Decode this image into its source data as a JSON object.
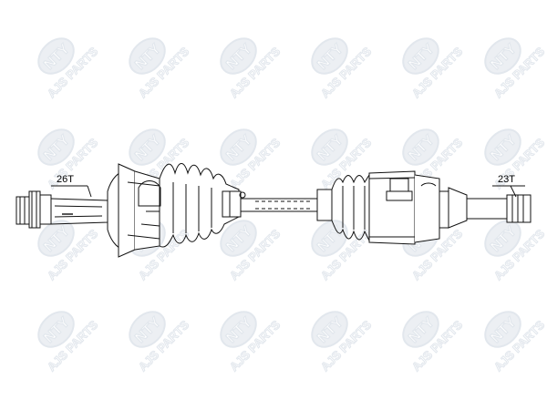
{
  "watermark": {
    "text": "AJS PARTS",
    "logo_text": "NTY",
    "color": "#dde3ea",
    "logo_fill": "#e9edf2"
  },
  "drawing": {
    "line_color": "#111111",
    "left_spline_label": "26T",
    "right_spline_label": "23T"
  }
}
